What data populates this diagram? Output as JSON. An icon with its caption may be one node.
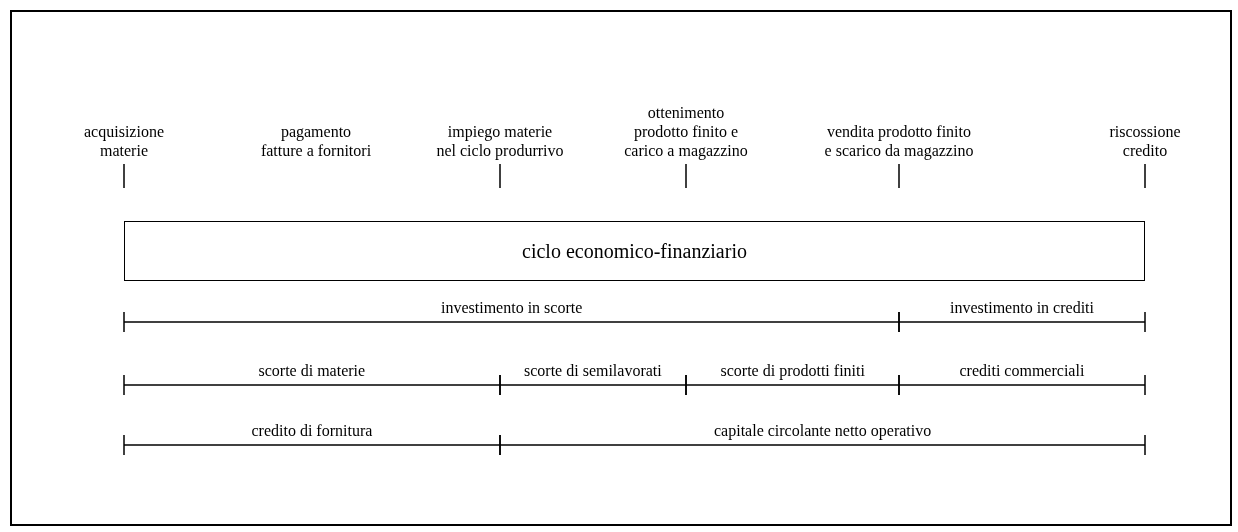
{
  "diagram": {
    "nodes": [
      {
        "text": [
          "ciclo economico-finanziario"
        ]
      }
    ],
    "edges": [],
    "labels": [
      "acquisizione materie",
      "pagamento fatture a fornitori",
      "impiego materie nel ciclo produrrivo",
      "ottenimento prodotto finito e carico a magazzino",
      "vendita prodotto finito e scarico da magazzino",
      "riscossione credito",
      "investimento in scorte",
      "investimento in crediti",
      "scorte di materie",
      "scorte di semilavorati",
      "scorte di prodotti finiti",
      "crediti commerciali",
      "credito di fornitura",
      "capitale circolante netto operativo"
    ]
  }
}
